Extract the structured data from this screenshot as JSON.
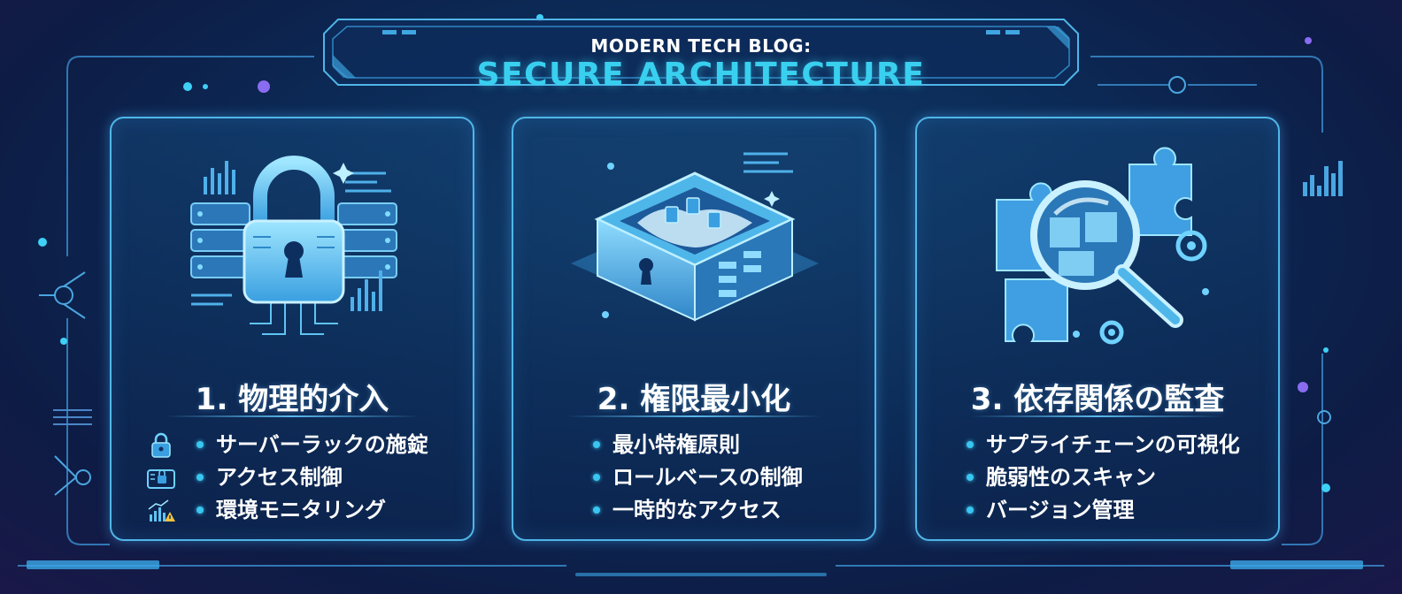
{
  "header": {
    "subtitle": "MODERN TECH BLOG:",
    "title": "SECURE ARCHITECTURE"
  },
  "cards": [
    {
      "title": "1. 物理的介入",
      "illustration": "padlock-server-icon",
      "items": [
        "サーバーラックの施錠",
        "アクセス制御",
        "環境モニタリング"
      ],
      "item_icons": [
        "lock-icon",
        "access-card-icon",
        "monitoring-chart-icon"
      ]
    },
    {
      "title": "2. 権限最小化",
      "illustration": "sandbox-box-icon",
      "items": [
        "最小特権原則",
        "ロールベースの制御",
        "一時的なアクセス"
      ]
    },
    {
      "title": "3. 依存関係の監査",
      "illustration": "magnifier-puzzle-icon",
      "items": [
        "サプライチェーンの可視化",
        "脆弱性のスキャン",
        "バージョン管理"
      ]
    }
  ],
  "colors": {
    "accent_cyan": "#39d0f0",
    "card_border": "#4fb6e8",
    "background": "#0c2a56"
  }
}
